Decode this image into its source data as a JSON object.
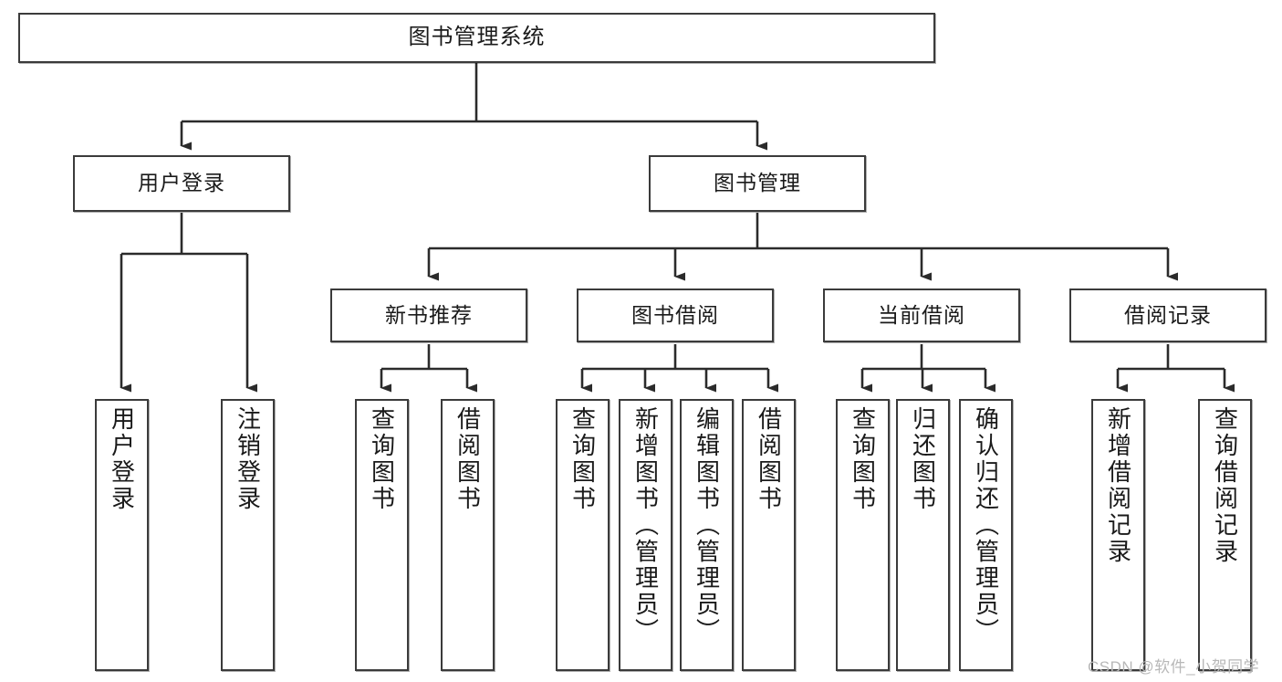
{
  "diagram": {
    "title": "图书管理系统",
    "type": "hierarchy-tree",
    "watermark": "CSDN @软件_小贺同学",
    "colors": {
      "border": "#3b3b3b",
      "background": "#ffffff",
      "text": "#1a1a1a",
      "watermark": "#b8b8b8"
    },
    "root": {
      "label": "图书管理系统"
    },
    "level2": [
      {
        "label": "用户登录"
      },
      {
        "label": "图书管理"
      }
    ],
    "level3": [
      {
        "label": "新书推荐"
      },
      {
        "label": "图书借阅"
      },
      {
        "label": "当前借阅"
      },
      {
        "label": "借阅记录"
      }
    ],
    "leaves": {
      "user_login": [
        {
          "label": "用户登录"
        },
        {
          "label": "注销登录"
        }
      ],
      "new_book_recommend": [
        {
          "label": "查询图书"
        },
        {
          "label": "借阅图书"
        }
      ],
      "book_borrow": [
        {
          "label": "查询图书"
        },
        {
          "label": "新增图书（管理员）"
        },
        {
          "label": "编辑图书（管理员）"
        },
        {
          "label": "借阅图书"
        }
      ],
      "current_borrow": [
        {
          "label": "查询图书"
        },
        {
          "label": "归还图书"
        },
        {
          "label": "确认归还（管理员）"
        }
      ],
      "borrow_record": [
        {
          "label": "新增借阅记录"
        },
        {
          "label": "查询借阅记录"
        }
      ]
    }
  }
}
